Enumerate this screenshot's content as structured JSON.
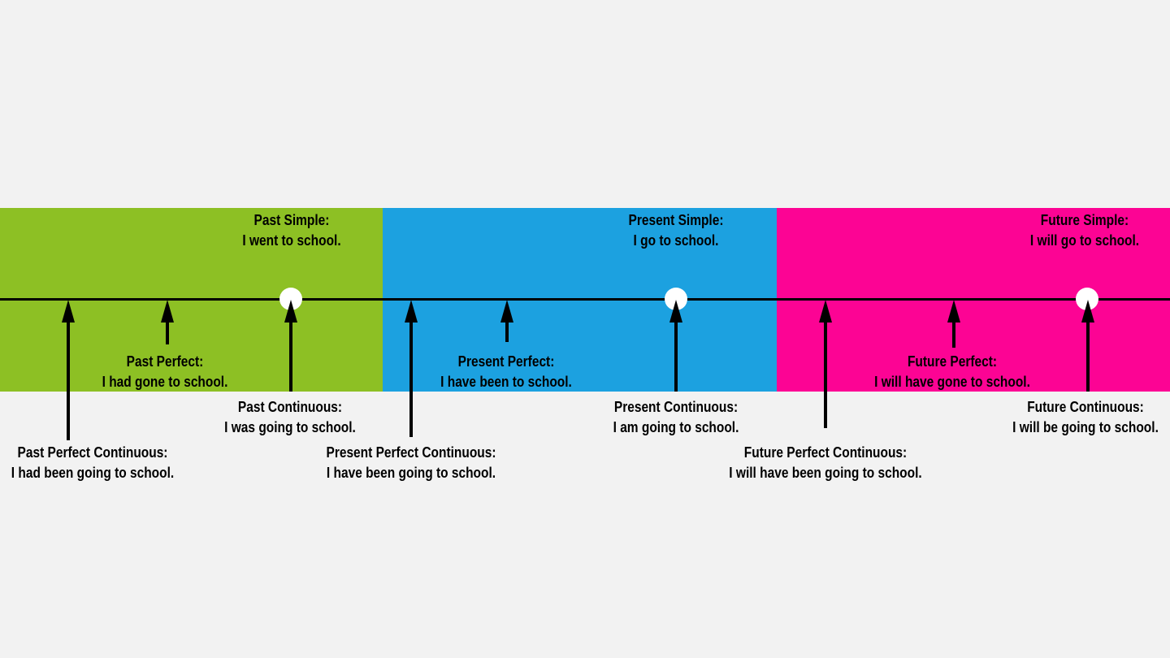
{
  "colors": {
    "past": "#8dc024",
    "present": "#1ca1e0",
    "future": "#fc0494",
    "background": "#f2f2f2",
    "line": "#000000",
    "marker": "#ffffff"
  },
  "labels": {
    "past_simple": {
      "title": "Past Simple:",
      "example": "I went to school."
    },
    "present_simple": {
      "title": "Present Simple:",
      "example": "I go to school."
    },
    "future_simple": {
      "title": "Future Simple:",
      "example": "I will go to school."
    },
    "past_perfect": {
      "title": "Past Perfect:",
      "example": "I had gone to school."
    },
    "present_perfect": {
      "title": "Present Perfect:",
      "example": "I have been to school."
    },
    "future_perfect": {
      "title": "Future Perfect:",
      "example": "I will have gone to school."
    },
    "past_continuous": {
      "title": "Past Continuous:",
      "example": "I was going to school."
    },
    "present_continuous": {
      "title": "Present Continuous:",
      "example": "I am going to school."
    },
    "future_continuous": {
      "title": "Future Continuous:",
      "example": "I will be going to school."
    },
    "past_perfect_continuous": {
      "title": "Past Perfect Continuous:",
      "example": "I had been going to school."
    },
    "present_perfect_continuous": {
      "title": "Present Perfect Continuous:",
      "example": "I have been going to school."
    },
    "future_perfect_continuous": {
      "title": "Future Perfect Continuous:",
      "example": "I will have been going to school."
    }
  }
}
